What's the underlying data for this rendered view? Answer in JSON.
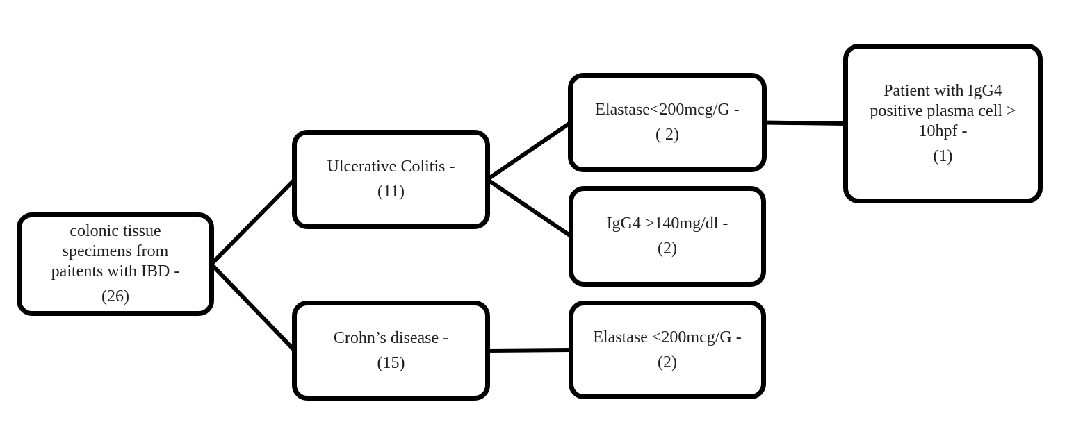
{
  "diagram": {
    "type": "flowchart",
    "background": "#ffffff",
    "colors": {
      "box_border": "#000000",
      "line": "#000000",
      "text": "#1f1f1f"
    },
    "nodes": [
      {
        "id": "ibd",
        "label": "colonic tissue\nspecimens from\npaitents with IBD -",
        "count": "(26)"
      },
      {
        "id": "uc",
        "label": "Ulcerative Colitis -",
        "count": "(11)"
      },
      {
        "id": "crohns",
        "label": "Crohn’s disease -",
        "count": "(15)"
      },
      {
        "id": "elastase-uc",
        "label": "Elastase<200mcg/G -",
        "count": "( 2)"
      },
      {
        "id": "igg4-serum",
        "label": "IgG4 >140mg/dl -",
        "count": "(2)"
      },
      {
        "id": "elastase-crohns",
        "label": "Elastase <200mcg/G -",
        "count": "(2)"
      },
      {
        "id": "igg4-plasma",
        "label": "Patient with IgG4\npositive plasma cell >\n10hpf -",
        "count": "(1)"
      }
    ],
    "edges": [
      {
        "from": "ibd",
        "to": "uc"
      },
      {
        "from": "ibd",
        "to": "crohns"
      },
      {
        "from": "uc",
        "to": "elastase-uc"
      },
      {
        "from": "uc",
        "to": "igg4-serum"
      },
      {
        "from": "crohns",
        "to": "elastase-crohns"
      },
      {
        "from": "elastase-uc",
        "to": "igg4-plasma"
      }
    ]
  }
}
